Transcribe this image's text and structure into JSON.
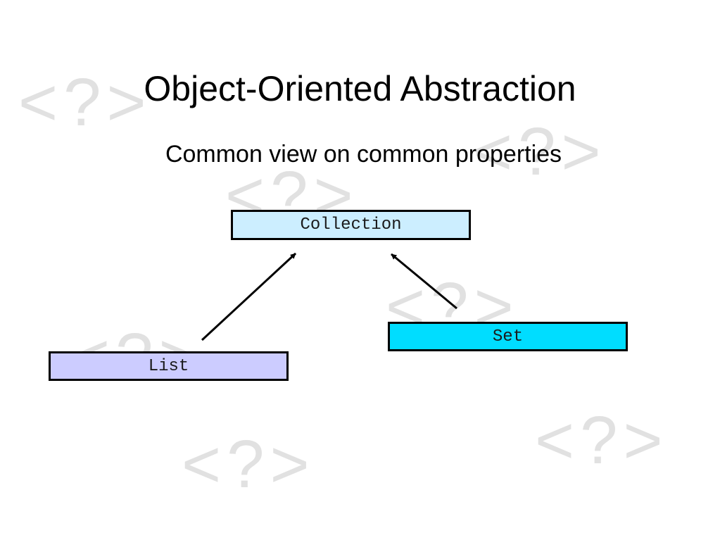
{
  "slide": {
    "title": "Object-Oriented Abstraction",
    "subtitle": "Common view on common properties"
  },
  "watermark": {
    "glyph": "<?>",
    "color": "#e1e1e1"
  },
  "diagram": {
    "nodes": {
      "collection": {
        "label": "Collection",
        "fill": "#cceeff"
      },
      "set": {
        "label": "Set",
        "fill": "#00ddff"
      },
      "list": {
        "label": "List",
        "fill": "#ccccff"
      }
    },
    "edges": [
      {
        "from": "list",
        "to": "collection"
      },
      {
        "from": "set",
        "to": "collection"
      }
    ]
  }
}
